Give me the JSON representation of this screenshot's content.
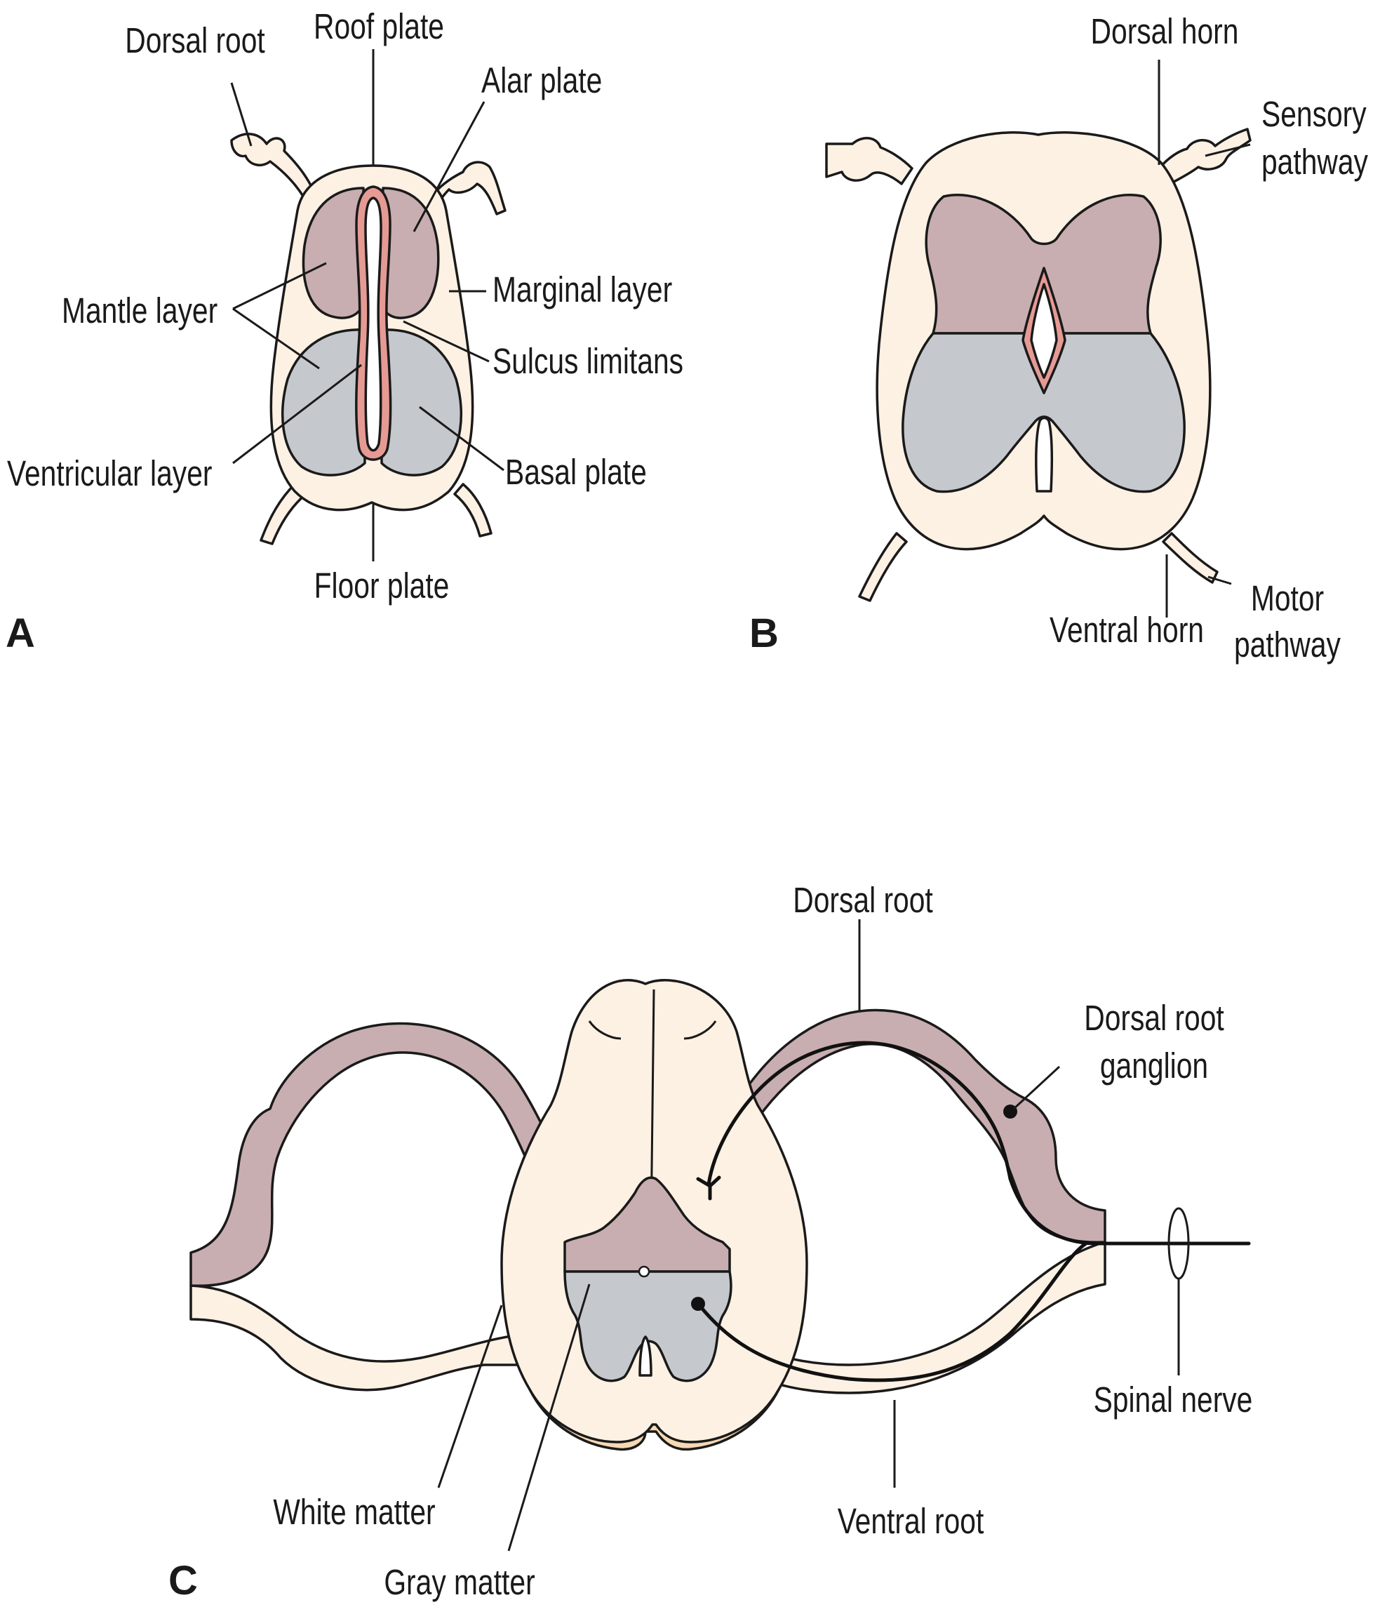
{
  "colors": {
    "white_matter": "#fdf1e3",
    "alar_gray": "#c8aeb0",
    "basal_gray": "#c5c8cc",
    "ependyma": "#e69a94",
    "outline": "#1a1a1a",
    "tan": "#f6d8b3"
  },
  "panels": {
    "a": {
      "letter": "A",
      "labels": {
        "dorsal_root": "Dorsal root",
        "roof_plate": "Roof plate",
        "alar_plate": "Alar plate",
        "mantle_layer": "Mantle layer",
        "marginal_layer": "Marginal layer",
        "sulcus_limitans": "Sulcus limitans",
        "ventricular_layer": "Ventricular layer",
        "basal_plate": "Basal plate",
        "floor_plate": "Floor plate"
      }
    },
    "b": {
      "letter": "B",
      "labels": {
        "dorsal_horn": "Dorsal horn",
        "sensory_pathway_1": "Sensory",
        "sensory_pathway_2": "pathway",
        "ventral_horn": "Ventral horn",
        "motor_pathway_1": "Motor",
        "motor_pathway_2": "pathway"
      }
    },
    "c": {
      "letter": "C",
      "labels": {
        "dorsal_root": "Dorsal root",
        "dorsal_root_ganglion_1": "Dorsal root",
        "dorsal_root_ganglion_2": "ganglion",
        "spinal_nerve": "Spinal nerve",
        "white_matter": "White matter",
        "gray_matter": "Gray matter",
        "ventral_root": "Ventral root"
      }
    }
  }
}
